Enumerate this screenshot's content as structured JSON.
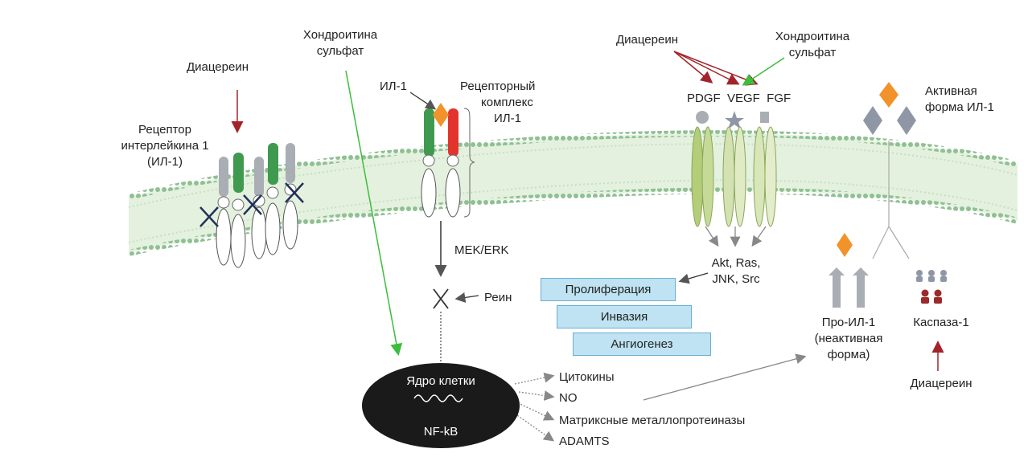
{
  "caption": "",
  "left": {
    "diacerein": "Диацереин",
    "chondroitin_line1": "Хондроитина",
    "chondroitin_line2": "сульфат",
    "receptor_line1": "Рецептор",
    "receptor_line2": "интерлейкина 1",
    "receptor_line3": "(ИЛ-1)"
  },
  "complex": {
    "il1": "ИЛ-1",
    "line1": "Рецепторный",
    "line2": "комплекс",
    "line3": "ИЛ-1",
    "mek": "MEK/ERK",
    "rein": "Реин"
  },
  "growth": {
    "diacerein": "Диацереин",
    "chondroitin_line1": "Хондроитина",
    "chondroitin_line2": "сульфат",
    "factors": "PDGF  VEGF  FGF",
    "signal_line1": "Akt, Ras,",
    "signal_line2": "JNK, Src"
  },
  "processes": [
    "Пролиферация",
    "Инвазия",
    "Ангиогенез"
  ],
  "nucleus": {
    "title": "Ядро клетки",
    "factor": "NF-kB"
  },
  "outputs": [
    "Цитокины",
    "NO",
    "Матриксные металлопротеиназы",
    "ADAMTS"
  ],
  "right": {
    "active_line1": "Активная",
    "active_line2": "форма ИЛ-1",
    "pro_line1": "Про-ИЛ-1",
    "pro_line2": "(неактивная",
    "pro_line3": "форма)",
    "caspase": "Каспаза-1",
    "diacerein": "Диацереин"
  },
  "colors": {
    "membrane": "#cfe6c8",
    "membrane_bead": "#7fb082",
    "receptor_grey": "#a9aeb4",
    "receptor_green": "#3f9a4f",
    "receptor_red": "#e2342d",
    "il1_orange": "#f2922a",
    "growth_receptor": "#b4cd78",
    "arrow_red": "#a3232a",
    "arrow_green": "#3cbd3c",
    "box_fill": "#bfe3f3",
    "nucleus": "#1a1a1a",
    "caspase_red": "#9b2a2a"
  }
}
